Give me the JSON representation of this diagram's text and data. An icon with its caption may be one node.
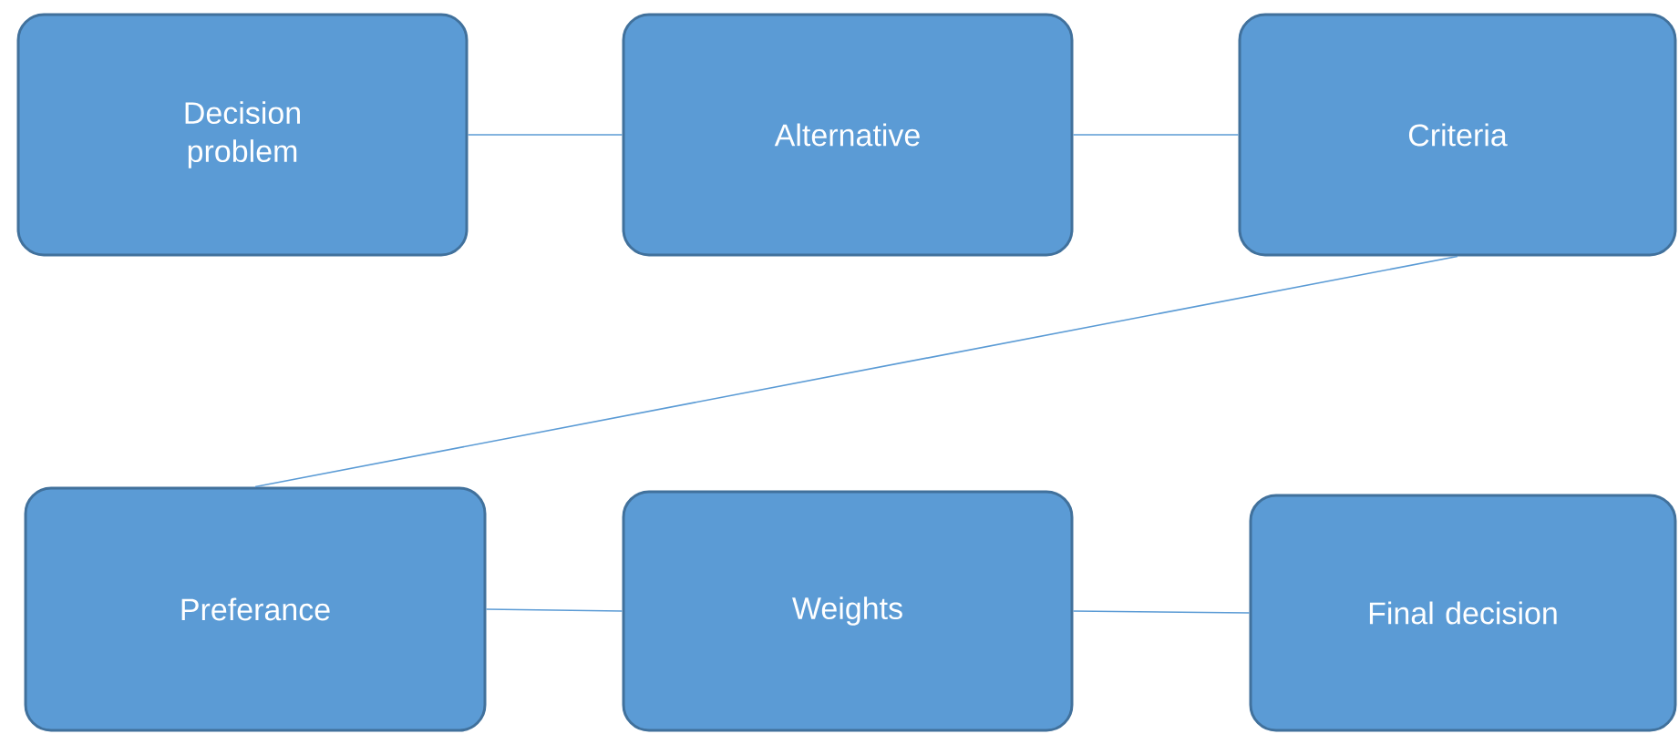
{
  "diagram": {
    "nodes": [
      {
        "text": [
          "Decision problem"
        ]
      },
      {
        "text": [
          "Alternative"
        ]
      },
      {
        "text": [
          "Criteria"
        ]
      },
      {
        "text": [
          "Preferance"
        ]
      },
      {
        "text": [
          "Weights"
        ]
      },
      {
        "text": [
          "Final decision"
        ]
      }
    ],
    "edges": [
      {
        "from": 0,
        "to": 1,
        "arrow": "none"
      },
      {
        "from": 1,
        "to": 2,
        "arrow": "none"
      },
      {
        "from": 2,
        "to": 3,
        "arrow": "none"
      },
      {
        "from": 3,
        "to": 4,
        "arrow": "none"
      },
      {
        "from": 4,
        "to": 5,
        "arrow": "none"
      }
    ]
  }
}
